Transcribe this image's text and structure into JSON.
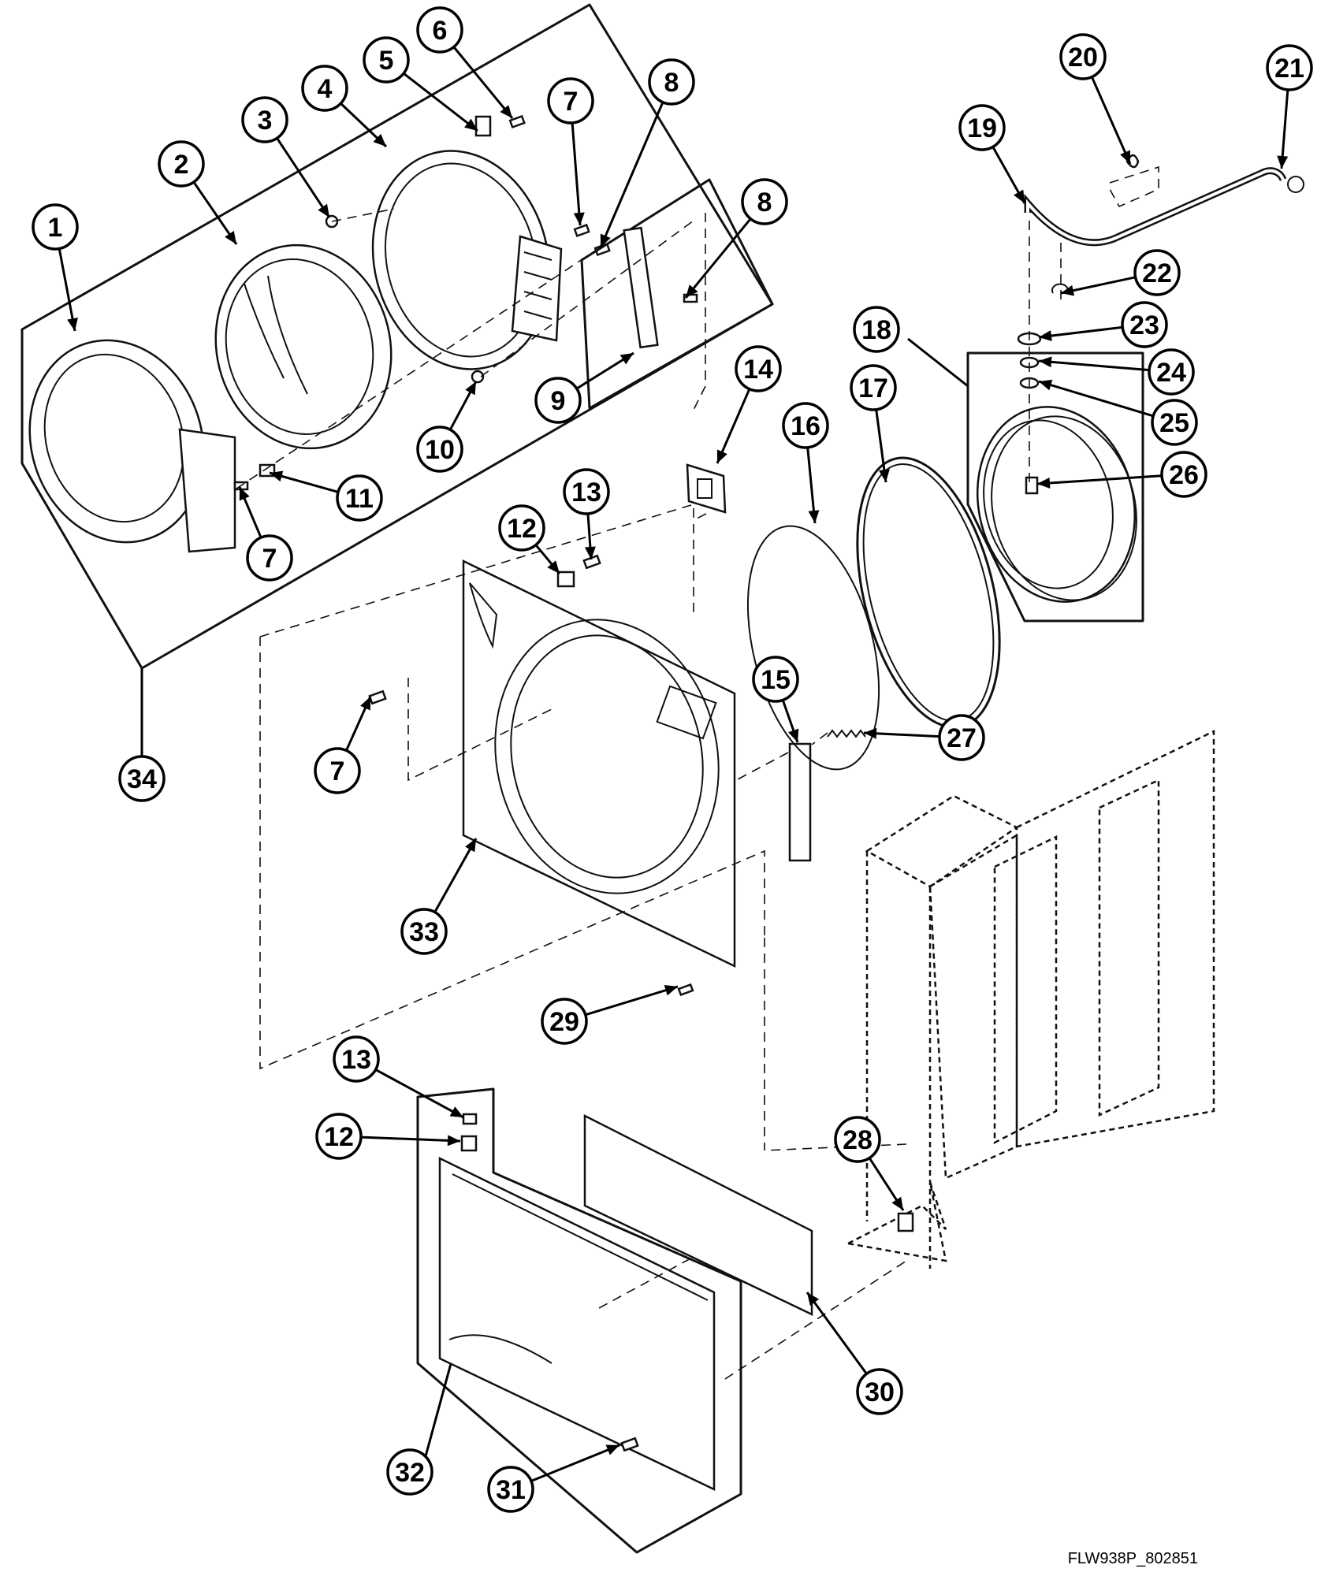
{
  "drawing_number": "FLW938P_802851",
  "callouts": [
    {
      "id": "1",
      "label": "1"
    },
    {
      "id": "2",
      "label": "2"
    },
    {
      "id": "3",
      "label": "3"
    },
    {
      "id": "4",
      "label": "4"
    },
    {
      "id": "5",
      "label": "5"
    },
    {
      "id": "6",
      "label": "6"
    },
    {
      "id": "7a",
      "label": "7"
    },
    {
      "id": "8a",
      "label": "8"
    },
    {
      "id": "8b",
      "label": "8"
    },
    {
      "id": "9",
      "label": "9"
    },
    {
      "id": "10",
      "label": "10"
    },
    {
      "id": "11",
      "label": "11"
    },
    {
      "id": "7b",
      "label": "7"
    },
    {
      "id": "12a",
      "label": "12"
    },
    {
      "id": "13a",
      "label": "13"
    },
    {
      "id": "14",
      "label": "14"
    },
    {
      "id": "15",
      "label": "15"
    },
    {
      "id": "16",
      "label": "16"
    },
    {
      "id": "17",
      "label": "17"
    },
    {
      "id": "18",
      "label": "18"
    },
    {
      "id": "19",
      "label": "19"
    },
    {
      "id": "20",
      "label": "20"
    },
    {
      "id": "21",
      "label": "21"
    },
    {
      "id": "22",
      "label": "22"
    },
    {
      "id": "23",
      "label": "23"
    },
    {
      "id": "24",
      "label": "24"
    },
    {
      "id": "25",
      "label": "25"
    },
    {
      "id": "26",
      "label": "26"
    },
    {
      "id": "27",
      "label": "27"
    },
    {
      "id": "7c",
      "label": "7"
    },
    {
      "id": "33",
      "label": "33"
    },
    {
      "id": "34",
      "label": "34"
    },
    {
      "id": "29",
      "label": "29"
    },
    {
      "id": "13b",
      "label": "13"
    },
    {
      "id": "12b",
      "label": "12"
    },
    {
      "id": "28",
      "label": "28"
    },
    {
      "id": "30",
      "label": "30"
    },
    {
      "id": "32",
      "label": "32"
    },
    {
      "id": "31",
      "label": "31"
    }
  ]
}
